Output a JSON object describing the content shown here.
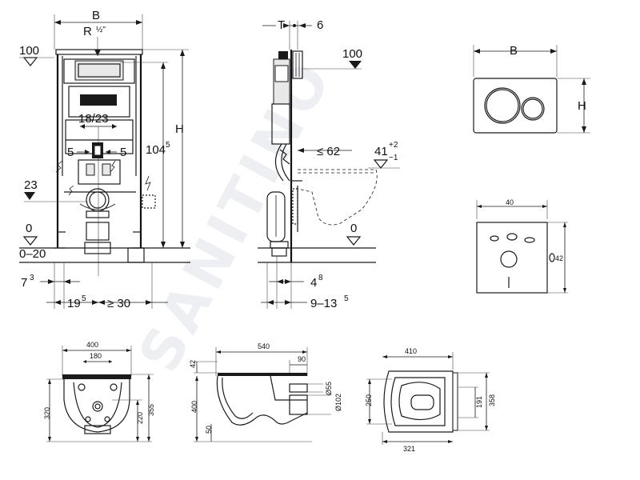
{
  "frame_front": {
    "width_label": "B",
    "thread_label": "R",
    "thread_size": "½\"",
    "top_level": "100",
    "plate_label": "18/23",
    "left_offset": "5",
    "right_offset": "5",
    "height_label": "H",
    "height_value": "104",
    "height_sup": "5",
    "pipe_level": "23",
    "floor_level": "0",
    "floor_range": "0–20",
    "left_foot": "7",
    "left_foot_sup": "3",
    "depth_value": "19",
    "depth_sup": "5",
    "min_distance": "≥ 30"
  },
  "frame_side": {
    "thickness_label": "T",
    "gap_label": "6",
    "top_level": "100",
    "max_depth": "≤ 62",
    "outlet_height": "41",
    "outlet_tol_plus": "+2",
    "outlet_tol_minus": "−1",
    "floor_level": "0",
    "foot_value": "4",
    "foot_sup": "8",
    "range_value": "9–13",
    "range_sup": "5"
  },
  "plate_large": {
    "width_label": "B",
    "height_label": "H"
  },
  "plate_small": {
    "width": "40",
    "height": "42"
  },
  "bowl_front": {
    "top_width": "400",
    "inner_width": "180",
    "height_total": "355",
    "height_mid": "320",
    "height_low": "220"
  },
  "bowl_side": {
    "length": "540",
    "top_gap": "42",
    "outlet_offset": "90",
    "height": "400",
    "bottom": "50",
    "pipe_small": "Ø55",
    "pipe_large": "Ø102"
  },
  "bowl_top": {
    "length": "410",
    "width": "250",
    "width_full": "358",
    "inner": "191",
    "seat": "321"
  },
  "watermark": "SANITINO"
}
